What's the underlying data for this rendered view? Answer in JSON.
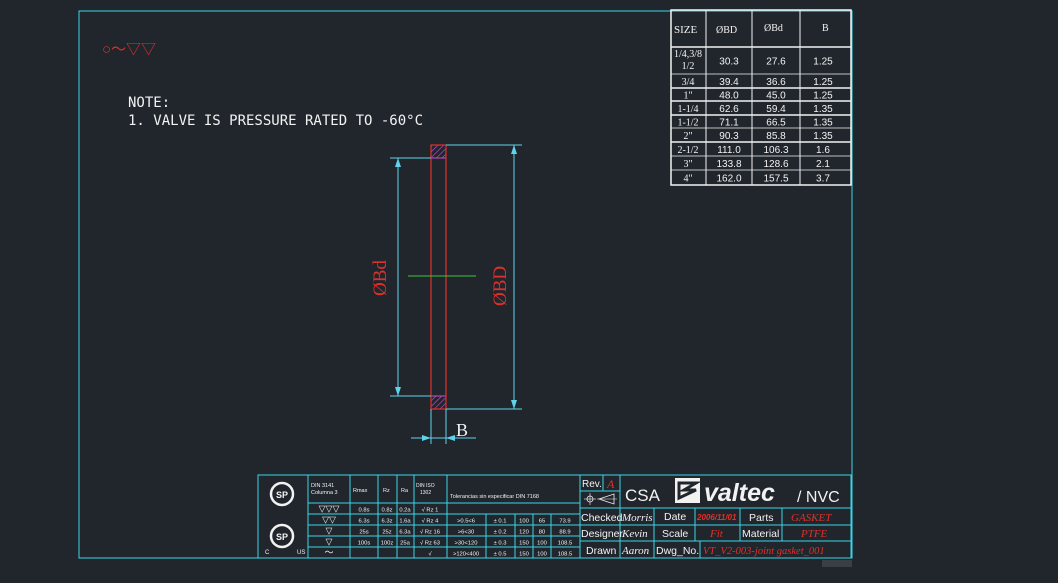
{
  "symbols": {
    "finish_mark": "○～▽▽"
  },
  "notes": {
    "title": "NOTE:",
    "line1": "1. VALVE IS PRESSURE RATED TO -60°C"
  },
  "dimensions": {
    "bd_inner": "ØBd",
    "bd_outer": "ØBD",
    "thickness": "B"
  },
  "size_table": {
    "headers": [
      "SIZE",
      "ØBD",
      "ØBd",
      "B"
    ],
    "rows": [
      {
        "size": "1/4,3/8\n1/2",
        "BD": "30.3",
        "Bd": "27.6",
        "B": "1.25"
      },
      {
        "size": "3/4",
        "BD": "39.4",
        "Bd": "36.6",
        "B": "1.25"
      },
      {
        "size": "1\"",
        "BD": "48.0",
        "Bd": "45.0",
        "B": "1.25"
      },
      {
        "size": "1-1/4",
        "BD": "62.6",
        "Bd": "59.4",
        "B": "1.35"
      },
      {
        "size": "1-1/2",
        "BD": "71.1",
        "Bd": "66.5",
        "B": "1.35"
      },
      {
        "size": "2\"",
        "BD": "90.3",
        "Bd": "85.8",
        "B": "1.35"
      },
      {
        "size": "2-1/2",
        "BD": "111.0",
        "Bd": "106.3",
        "B": "1.6"
      },
      {
        "size": "3\"",
        "BD": "133.8",
        "Bd": "128.6",
        "B": "2.1"
      },
      {
        "size": "4\"",
        "BD": "162.0",
        "Bd": "157.5",
        "B": "3.7"
      }
    ]
  },
  "roughness_table": {
    "headers": [
      "DIN 3141\nColumna 3",
      "Rmax",
      "Rz",
      "Ra",
      "DIN ISO\n1302",
      "Tolerancias sin especificar DIN 7168"
    ],
    "rows": [
      {
        "sym": "▽▽▽",
        "rmax": "0.8s",
        "rz": "0.8z",
        "ra": "0.2a",
        "iso": "√ Rz 1",
        "range": "",
        "tol": "",
        "c1": "",
        "c2": "",
        "c3": ""
      },
      {
        "sym": "▽▽",
        "rmax": "6.3s",
        "rz": "6.3z",
        "ra": "1.6a",
        "iso": "√ Rz 4",
        "range": ">0.5<6",
        "tol": "± 0.1",
        "c1": "100",
        "c2": "65",
        "c3": "73.9"
      },
      {
        "sym": "▽",
        "rmax": "25s",
        "rz": "25z",
        "ra": "6.3a",
        "iso": "√ Rz 16",
        "range": ">6<30",
        "tol": "± 0.2",
        "c1": "120",
        "c2": "80",
        "c3": "88.9"
      },
      {
        "sym": "▽",
        "rmax": "100s",
        "rz": "100z",
        "ra": "25a",
        "iso": "√ Rz 63",
        "range": ">30<120",
        "tol": "± 0.3",
        "c1": "150",
        "c2": "100",
        "c3": "108.5"
      },
      {
        "sym": "～",
        "rmax": "",
        "rz": "",
        "ra": "",
        "iso": "√",
        "range": ">120<400",
        "tol": "± 0.5",
        "c1": "150",
        "c2": "100",
        "c3": "108.5"
      }
    ],
    "cert_marks": [
      "SP",
      "SP"
    ],
    "cert_small": [
      "C",
      "US"
    ]
  },
  "title_block": {
    "rev_label": "Rev.",
    "rev_value": "A",
    "csa": "CSA",
    "brand": "valtec",
    "brand_suffix": "/ NVC",
    "checked_label": "Checked",
    "checked_value": "Morris",
    "designer_label": "Designer",
    "designer_value": "Kevin",
    "drawn_label": "Drawn",
    "drawn_value": "Aaron",
    "date_label": "Date",
    "date_value": "2006/11/01",
    "scale_label": "Scale",
    "scale_value": "Fit",
    "parts_label": "Parts",
    "parts_value": "GASKET",
    "material_label": "Material",
    "material_value": "PTFE",
    "dwg_label": "Dwg_No.",
    "dwg_value": "VT_V2-003-joint gasket_001"
  },
  "colors": {
    "background": "#21262d",
    "border": "#37d6e6",
    "white_text": "#f2f2f2",
    "red": "#e0302a",
    "dim_cyan": "#5fd3ec",
    "magenta": "#d04fd0",
    "green": "#3fc23f"
  }
}
